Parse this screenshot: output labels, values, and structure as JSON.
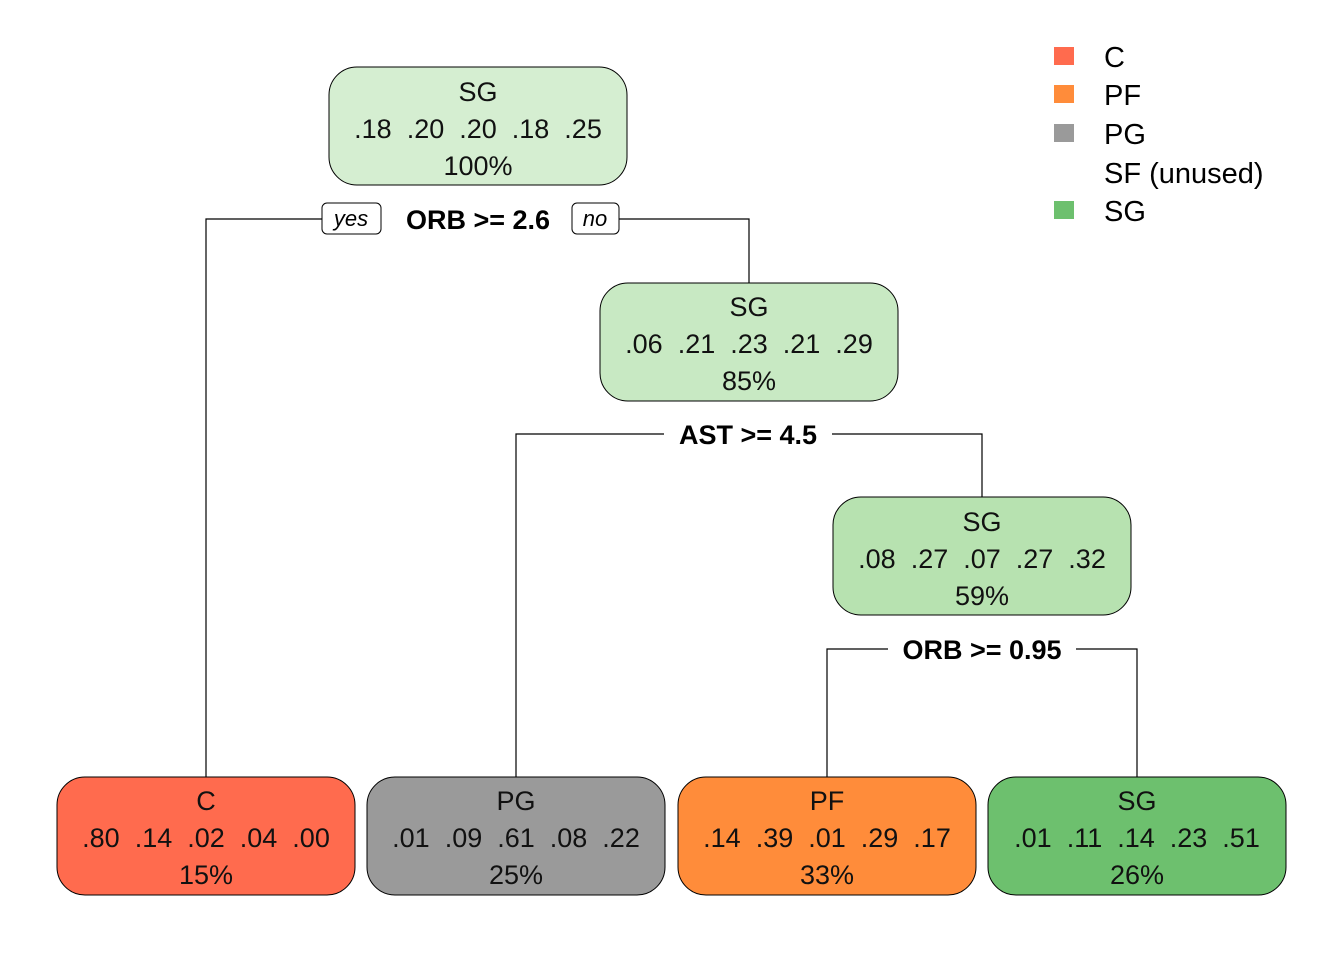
{
  "legend": [
    {
      "label": "C",
      "color": "#FF6B4E"
    },
    {
      "label": "PF",
      "color": "#FF8C3A"
    },
    {
      "label": "PG",
      "color": "#9A9A9A"
    },
    {
      "label": "SF (unused)",
      "color": null
    },
    {
      "label": "SG",
      "color": "#6DC06E"
    }
  ],
  "nodes": [
    {
      "id": "root",
      "class": "SG",
      "probs": ".18  .20  .20  .18  .25",
      "pct": "100%",
      "color": "#D5EED1"
    },
    {
      "id": "n2",
      "class": "SG",
      "probs": ".06  .21  .23  .21  .29",
      "pct": "85%",
      "color": "#C8E9C3"
    },
    {
      "id": "n3",
      "class": "SG",
      "probs": ".08  .27  .07  .27  .32",
      "pct": "59%",
      "color": "#B7E2B0"
    },
    {
      "id": "leaf_c",
      "class": "C",
      "probs": ".80  .14  .02  .04  .00",
      "pct": "15%",
      "color": "#FF6B4E"
    },
    {
      "id": "leaf_pg",
      "class": "PG",
      "probs": ".01  .09  .61  .08  .22",
      "pct": "25%",
      "color": "#9A9A9A"
    },
    {
      "id": "leaf_pf",
      "class": "PF",
      "probs": ".14  .39  .01  .29  .17",
      "pct": "33%",
      "color": "#FF8C3A"
    },
    {
      "id": "leaf_sg",
      "class": "SG",
      "probs": ".01  .11  .14  .23  .51",
      "pct": "26%",
      "color": "#6DC06E"
    }
  ],
  "splits": [
    {
      "id": "s1",
      "label": "ORB >= 2.6"
    },
    {
      "id": "s2",
      "label": "AST >= 4.5"
    },
    {
      "id": "s3",
      "label": "ORB >= 0.95"
    }
  ],
  "branch_labels": {
    "yes": "yes",
    "no": "no"
  }
}
